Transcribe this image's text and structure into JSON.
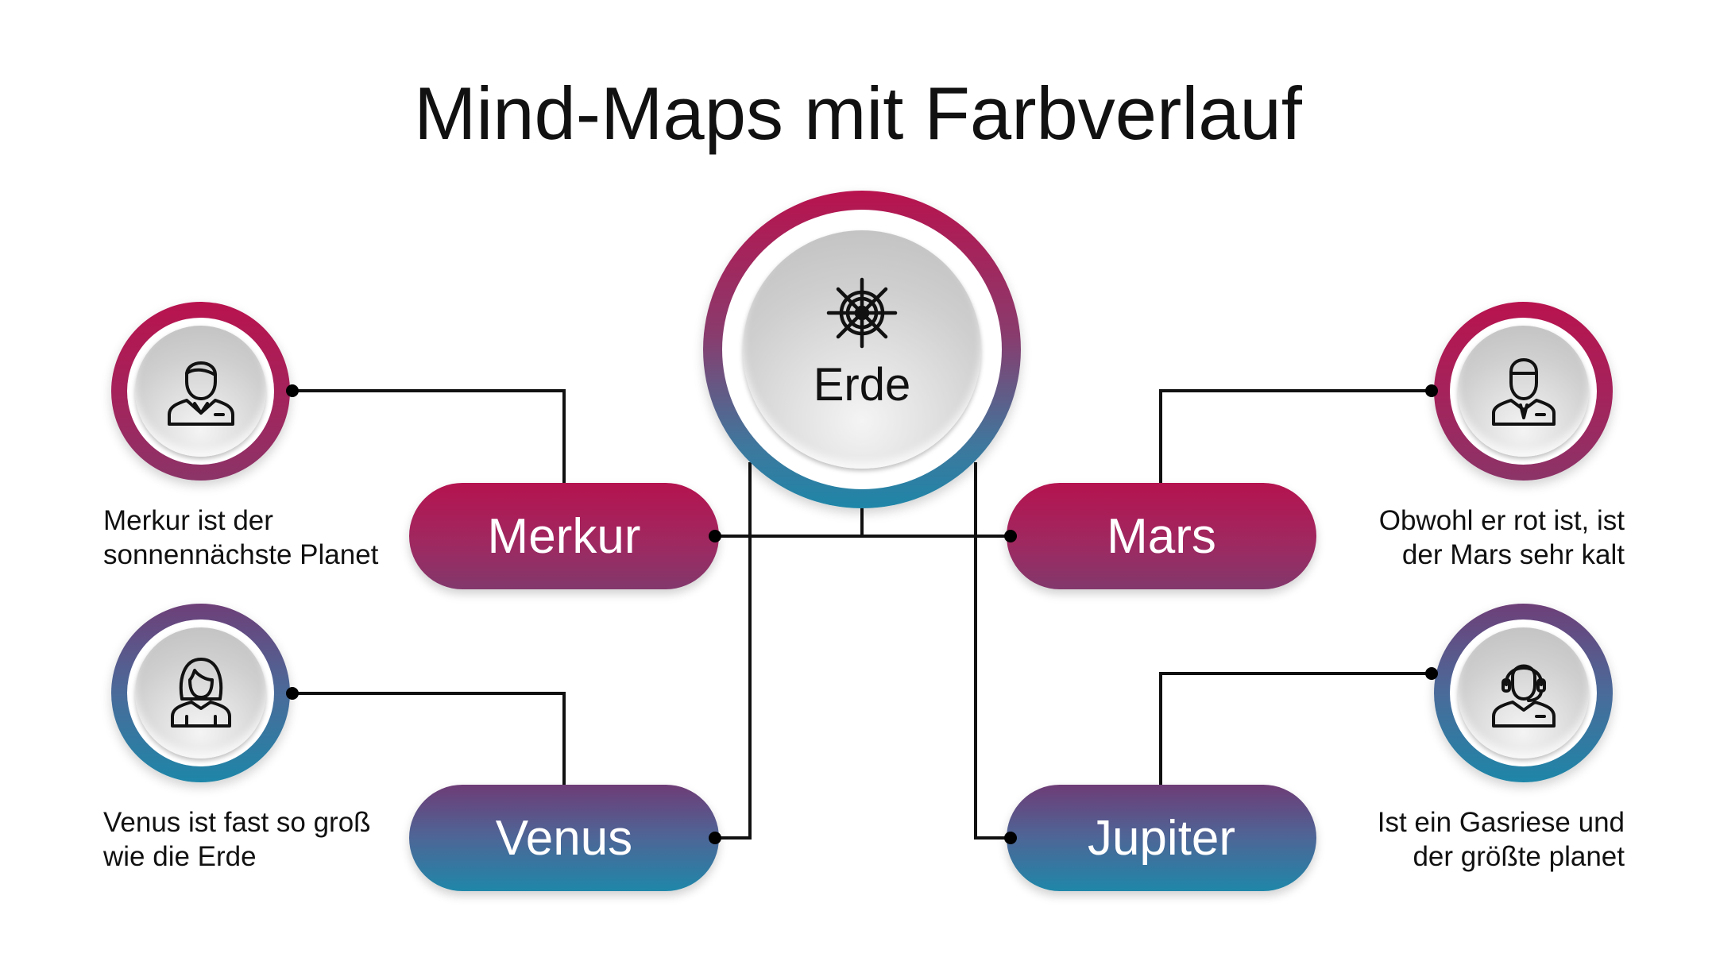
{
  "title": "Mind-Maps mit Farbverlauf",
  "center": {
    "label": "Erde",
    "icon": "ship-wheel-icon"
  },
  "branches": [
    {
      "id": "merkur",
      "label": "Merkur",
      "icon": "man-suit-icon",
      "description": "Merkur ist der\nsonnennächste Planet",
      "color": "#b8134e"
    },
    {
      "id": "venus",
      "label": "Venus",
      "icon": "woman-icon",
      "description": "Venus ist fast so groß\nwie die Erde",
      "color": "#1e86a8"
    },
    {
      "id": "mars",
      "label": "Mars",
      "icon": "bald-man-icon",
      "description": "Obwohl er rot ist, ist\nder Mars sehr kalt",
      "color": "#b8134e"
    },
    {
      "id": "jupiter",
      "label": "Jupiter",
      "icon": "headset-agent-icon",
      "description": "Ist ein Gasriese und\nder größte planet",
      "color": "#1e86a8"
    }
  ]
}
